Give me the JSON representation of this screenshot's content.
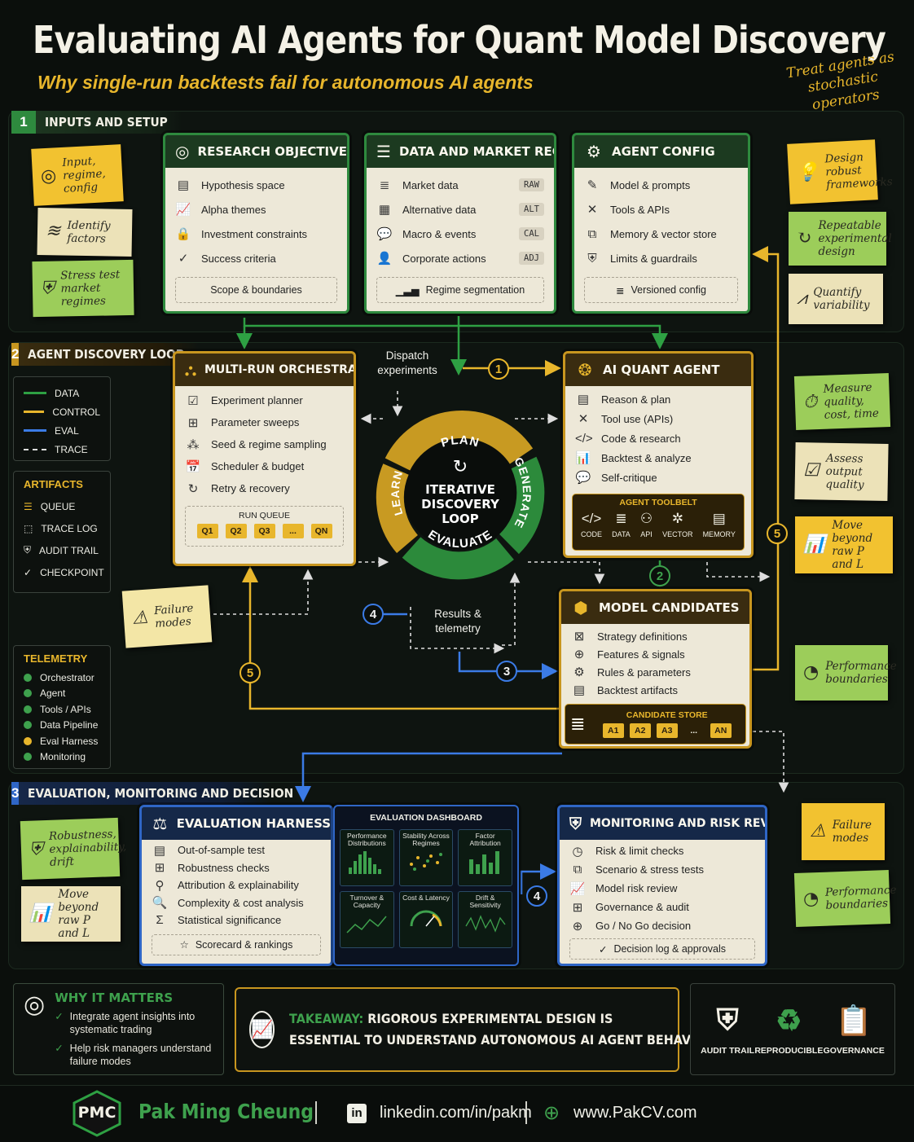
{
  "header": {
    "title": "Evaluating AI Agents for Quant Model Discovery",
    "subtitle": "Why single-run backtests fail for autonomous AI agents",
    "scribble": "Treat agents as stochastic operators"
  },
  "colors": {
    "green": "#2e8a3e",
    "gold": "#c8961f",
    "blue": "#2f66c6",
    "bg": "#0b0f0c"
  },
  "sections": {
    "s1": {
      "num": "1",
      "title": "INPUTS AND SETUP"
    },
    "s2": {
      "num": "2",
      "title": "AGENT DISCOVERY LOOP"
    },
    "s3": {
      "num": "3",
      "title": "EVALUATION, MONITORING AND DECISION"
    }
  },
  "research": {
    "title": "RESEARCH OBJECTIVE",
    "items": [
      "Hypothesis space",
      "Alpha themes",
      "Investment constraints",
      "Success criteria"
    ],
    "footer": "Scope & boundaries"
  },
  "data_regimes": {
    "title": "DATA AND MARKET REGIMES",
    "items": [
      {
        "label": "Market data",
        "tag": "RAW"
      },
      {
        "label": "Alternative data",
        "tag": "ALT"
      },
      {
        "label": "Macro & events",
        "tag": "CAL"
      },
      {
        "label": "Corporate actions",
        "tag": "ADJ"
      }
    ],
    "footer": "Regime segmentation"
  },
  "agent_config": {
    "title": "AGENT CONFIG",
    "items": [
      "Model & prompts",
      "Tools & APIs",
      "Memory & vector store",
      "Limits & guardrails"
    ],
    "footer": "Versioned config"
  },
  "notes": {
    "input_regime": "Input, regime, config",
    "identify_factors": "Identify factors",
    "stress_test": "Stress test market regimes",
    "design_robust": "Design robust frameworks",
    "repeatable": "Repeatable experimental design",
    "quantify": "Quantify variability",
    "measure": "Measure quality, cost, time",
    "assess": "Assess output quality",
    "move_beyond_1": "Move beyond raw P and L",
    "perf_bound_1": "Performance boundaries",
    "failure_modes_1": "Failure modes",
    "robustness": "Robustness, explainability, drift",
    "move_beyond_2": "Move beyond raw P and L",
    "failure_modes_2": "Failure modes",
    "perf_bound_2": "Performance boundaries"
  },
  "legend": {
    "items": [
      {
        "label": "DATA",
        "color": "#2ea043",
        "style": "solid"
      },
      {
        "label": "CONTROL",
        "color": "#e8b62c",
        "style": "solid"
      },
      {
        "label": "EVAL",
        "color": "#3b7be6",
        "style": "solid"
      },
      {
        "label": "TRACE",
        "color": "#dddddd",
        "style": "dashed"
      }
    ]
  },
  "artifacts": {
    "title": "ARTIFACTS",
    "items": [
      "QUEUE",
      "TRACE LOG",
      "AUDIT TRAIL",
      "CHECKPOINT"
    ]
  },
  "telemetry": {
    "title": "TELEMETRY",
    "items": [
      {
        "label": "Orchestrator",
        "color": "#3ea14d"
      },
      {
        "label": "Agent",
        "color": "#3ea14d"
      },
      {
        "label": "Tools / APIs",
        "color": "#3ea14d"
      },
      {
        "label": "Data Pipeline",
        "color": "#3ea14d"
      },
      {
        "label": "Eval Harness",
        "color": "#e8b62c"
      },
      {
        "label": "Monitoring",
        "color": "#3ea14d"
      }
    ]
  },
  "orchestrator": {
    "title": "MULTI-RUN ORCHESTRATOR",
    "items": [
      "Experiment planner",
      "Parameter sweeps",
      "Seed & regime sampling",
      "Scheduler & budget",
      "Retry & recovery"
    ],
    "queue_title": "RUN QUEUE",
    "queue": [
      "Q1",
      "Q2",
      "Q3",
      "...",
      "QN"
    ]
  },
  "loop": {
    "center": "ITERATIVE DISCOVERY LOOP",
    "plan": "PLAN",
    "generate": "GENERATE",
    "evaluate": "EVALUATE",
    "learn": "LEARN",
    "dispatch": "Dispatch experiments",
    "results": "Results & telemetry"
  },
  "quant_agent": {
    "title": "AI QUANT AGENT",
    "items": [
      "Reason & plan",
      "Tool use (APIs)",
      "Code & research",
      "Backtest & analyze",
      "Self-critique"
    ],
    "toolbelt_title": "AGENT TOOLBELT",
    "tools": [
      "CODE",
      "DATA",
      "API",
      "VECTOR",
      "MEMORY"
    ]
  },
  "candidates": {
    "title": "MODEL CANDIDATES",
    "items": [
      "Strategy definitions",
      "Features & signals",
      "Rules & parameters",
      "Backtest artifacts"
    ],
    "store_title": "CANDIDATE STORE",
    "store": [
      "A1",
      "A2",
      "A3",
      "...",
      "AN"
    ]
  },
  "harness": {
    "title": "EVALUATION HARNESS",
    "items": [
      "Out-of-sample test",
      "Robustness checks",
      "Attribution & explainability",
      "Complexity & cost analysis",
      "Statistical significance"
    ],
    "footer": "Scorecard & rankings"
  },
  "dashboard": {
    "title": "EVALUATION DASHBOARD",
    "tiles": [
      "Performance Distributions",
      "Stability Across Regimes",
      "Factor Attribution",
      "Turnover & Capacity",
      "Cost & Latency",
      "Drift & Sensitivity"
    ]
  },
  "monitoring": {
    "title": "MONITORING AND RISK REVIEW",
    "items": [
      "Risk & limit checks",
      "Scenario & stress tests",
      "Model risk review",
      "Governance & audit",
      "Go / No Go decision"
    ],
    "footer": "Decision log & approvals"
  },
  "flow_numbers": {
    "n1": "1",
    "n2": "2",
    "n3": "3",
    "n4": "4",
    "n5": "5"
  },
  "why": {
    "title": "WHY IT MATTERS",
    "items": [
      "Integrate agent insights into systematic trading",
      "Help risk managers understand failure modes"
    ]
  },
  "takeaway": {
    "lead": "TAKEAWAY:",
    "line1": "RIGOROUS EXPERIMENTAL DESIGN IS",
    "line2": "ESSENTIAL TO UNDERSTAND AUTONOMOUS AI AGENT BEHAVIOR"
  },
  "badges": [
    "AUDIT TRAIL",
    "REPRODUCIBLE",
    "GOVERNANCE"
  ],
  "footer": {
    "logo": "PMC",
    "name": "Pak Ming Cheung",
    "linkedin_badge": "in",
    "linkedin": "linkedin.com/in/pakm",
    "website": "www.PakCV.com"
  }
}
